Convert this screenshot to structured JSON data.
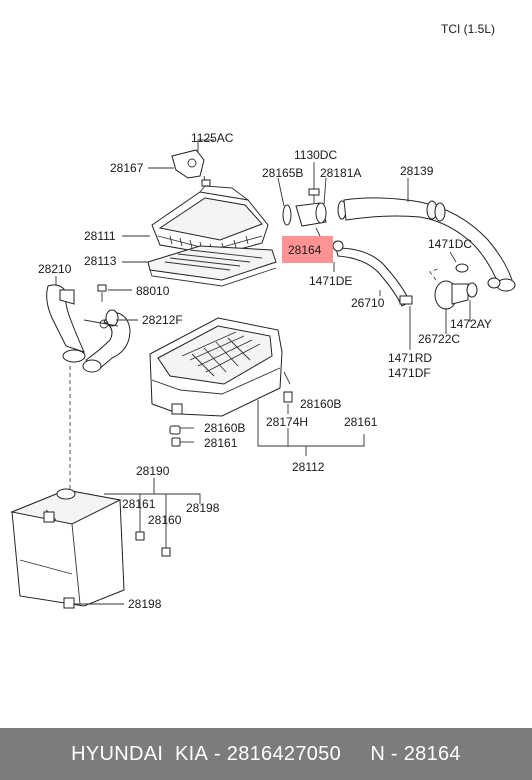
{
  "header": {
    "engine_label": "TCI (1.5L)"
  },
  "highlight": {
    "color": "#ff8080",
    "part_no": "28164"
  },
  "callouts": [
    "1125AC",
    "28167",
    "1130DC",
    "28165B",
    "28181A",
    "28139",
    "28111",
    "28164",
    "28113",
    "1471DE",
    "1471DC",
    "28210",
    "88010",
    "26710",
    "28212F",
    "26722C",
    "1472AY",
    "1471RD",
    "1471DF",
    "28160B",
    "28174H",
    "28161",
    "28160B",
    "28161",
    "28112",
    "28190",
    "28161",
    "28198",
    "28160",
    "28198"
  ],
  "footer": {
    "brand": "HYUNDAI  KIA",
    "separator": " - ",
    "part_number": "2816427050",
    "gap": "     ",
    "code": "N - 28164",
    "background": "#7c7c7c"
  }
}
